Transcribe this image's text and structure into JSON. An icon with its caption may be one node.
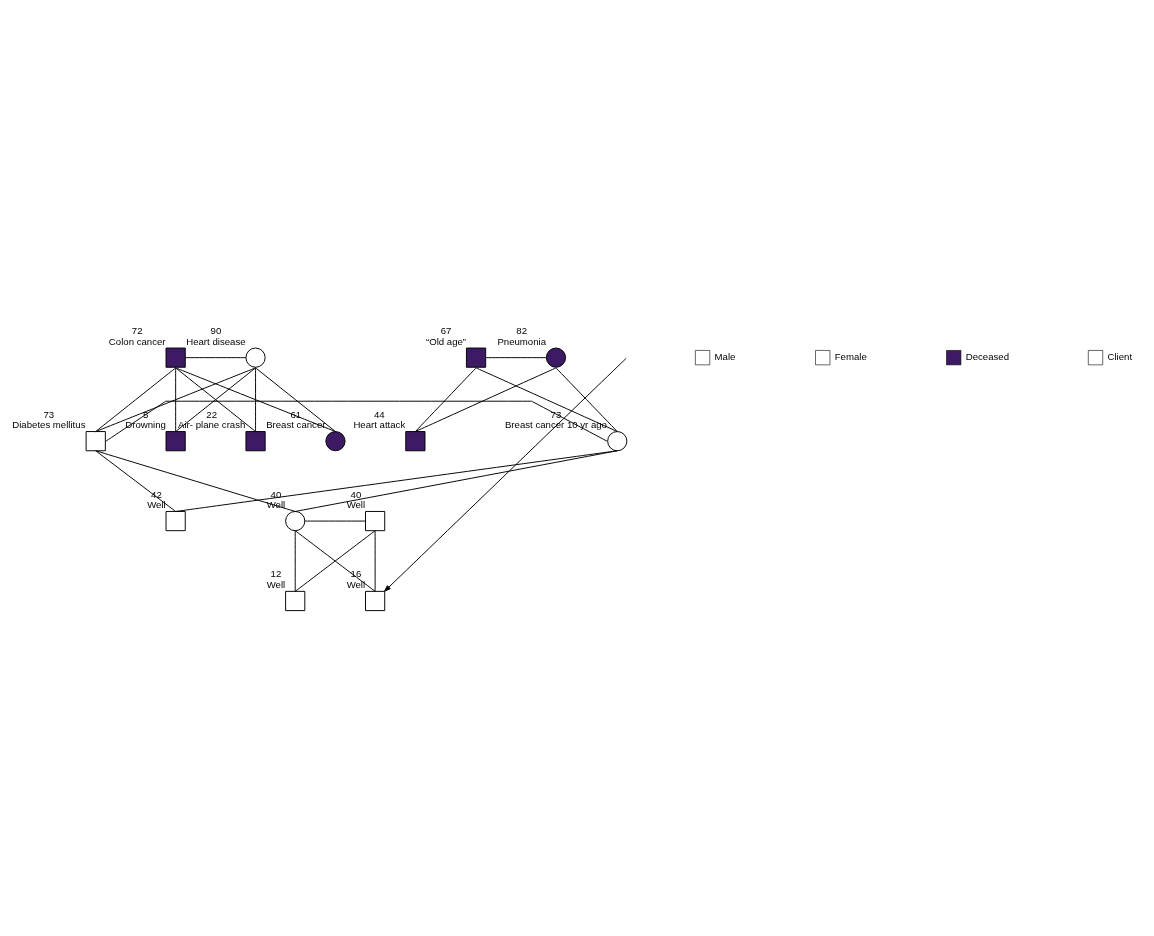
{
  "diagram": {
    "nodes": [
      {
        "text": [],
        "shape": "box",
        "beside": [
          "72",
          "Colon cancer"
        ]
      },
      {
        "text": [],
        "shape": "circle",
        "beside": [
          "90",
          "Heart disease"
        ]
      },
      {
        "text": [],
        "shape": "box",
        "beside": [
          "67",
          "“Old age”"
        ]
      },
      {
        "text": [],
        "shape": "circle",
        "beside": [
          "82",
          "Pneumonia"
        ]
      },
      {
        "text": [],
        "shape": "box",
        "beside": [
          "5",
          "Drowning"
        ]
      },
      {
        "text": [],
        "shape": "box",
        "beside": [
          "22",
          "Air- plane crash"
        ]
      },
      {
        "text": [],
        "shape": "circle",
        "beside": [
          "61",
          "Breast cancer"
        ]
      },
      {
        "text": [],
        "shape": "box",
        "beside": [
          "73",
          "Diabetes mellitus"
        ]
      },
      {
        "text": [],
        "shape": "circle",
        "beside": [
          "73",
          "Breast cancer 10 yr ago"
        ]
      },
      {
        "text": [],
        "shape": "box",
        "beside": [
          "44",
          "Heart attack"
        ]
      },
      {
        "text": [],
        "shape": "box",
        "beside": [
          "42",
          "Well"
        ]
      },
      {
        "text": [],
        "shape": "circle",
        "beside": [
          "40",
          "Well"
        ]
      },
      {
        "text": [],
        "shape": "box",
        "beside": [
          "40",
          "Well"
        ]
      },
      {
        "text": [],
        "shape": "box",
        "beside": [
          "12",
          "Well"
        ]
      },
      {
        "text": [],
        "shape": "box",
        "beside": [
          "16",
          "Well"
        ]
      }
    ],
    "edges": [
      {
        "from": 0,
        "to": 1,
        "arrow": "none"
      },
      {
        "from": 0,
        "to": 4,
        "arrow": "none"
      },
      {
        "from": 1,
        "to": 4,
        "arrow": "none"
      },
      {
        "from": 0,
        "to": 5,
        "arrow": "none"
      },
      {
        "from": 1,
        "to": 5,
        "arrow": "none"
      },
      {
        "from": 0,
        "to": 6,
        "arrow": "none"
      },
      {
        "from": 1,
        "to": 6,
        "arrow": "none"
      },
      {
        "from": 0,
        "to": 7,
        "arrow": "none"
      },
      {
        "from": 1,
        "to": 7,
        "arrow": "none"
      },
      {
        "from": 2,
        "to": 3,
        "arrow": "none"
      },
      {
        "from": 2,
        "to": 8,
        "arrow": "none"
      },
      {
        "from": 3,
        "to": 8,
        "arrow": "none"
      },
      {
        "from": 2,
        "to": 9,
        "arrow": "none"
      },
      {
        "from": 3,
        "to": 9,
        "arrow": "none"
      },
      {
        "from": 7,
        "to": 8,
        "arrow": "none"
      },
      {
        "from": 7,
        "to": 10,
        "arrow": "none"
      },
      {
        "from": 8,
        "to": 10,
        "arrow": "none"
      },
      {
        "from": 7,
        "to": 11,
        "arrow": "none"
      },
      {
        "from": 8,
        "to": 11,
        "arrow": "none"
      },
      {
        "from": 11,
        "to": 12,
        "arrow": "none"
      },
      {
        "from": 11,
        "to": 13,
        "arrow": "none"
      },
      {
        "from": 12,
        "to": 13,
        "arrow": "none"
      },
      {
        "from": 11,
        "to": 14,
        "arrow": "none"
      },
      {
        "from": 12,
        "to": 14,
        "arrow": "none"
      },
      {
        "from": null,
        "to": 14,
        "arrow": "to"
      }
    ],
    "legend": [
      {
        "text": "Male"
      },
      {
        "text": "Female"
      },
      {
        "text": "Deceased",
        "color": "#3d1a63"
      },
      {
        "text": "Client"
      }
    ]
  }
}
